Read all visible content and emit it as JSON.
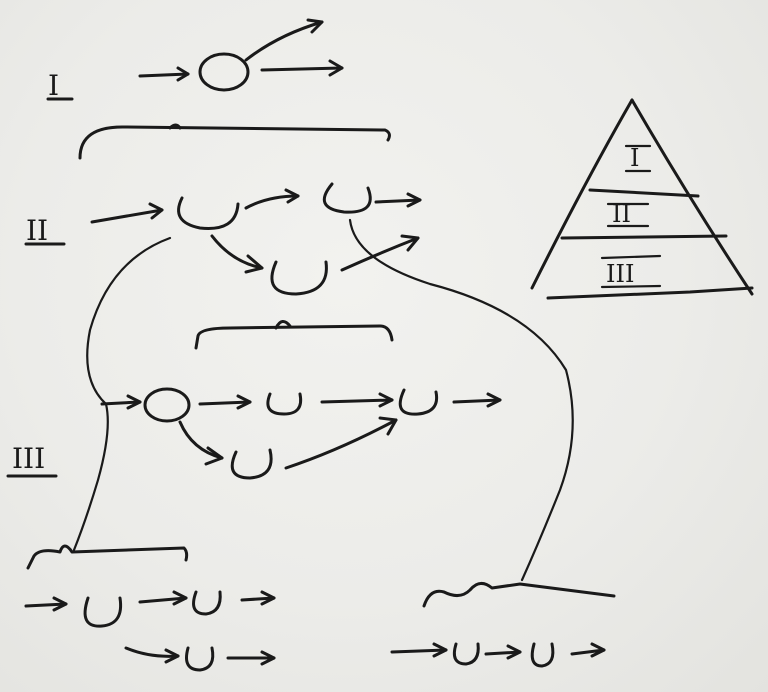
{
  "labels": {
    "level_1": "I",
    "level_2": "II",
    "level_3": "III"
  },
  "pyramid": {
    "top": "I",
    "middle": "II",
    "bottom": "III"
  },
  "colors": {
    "ink": "#1a1a1a",
    "paper": "#efefec"
  }
}
